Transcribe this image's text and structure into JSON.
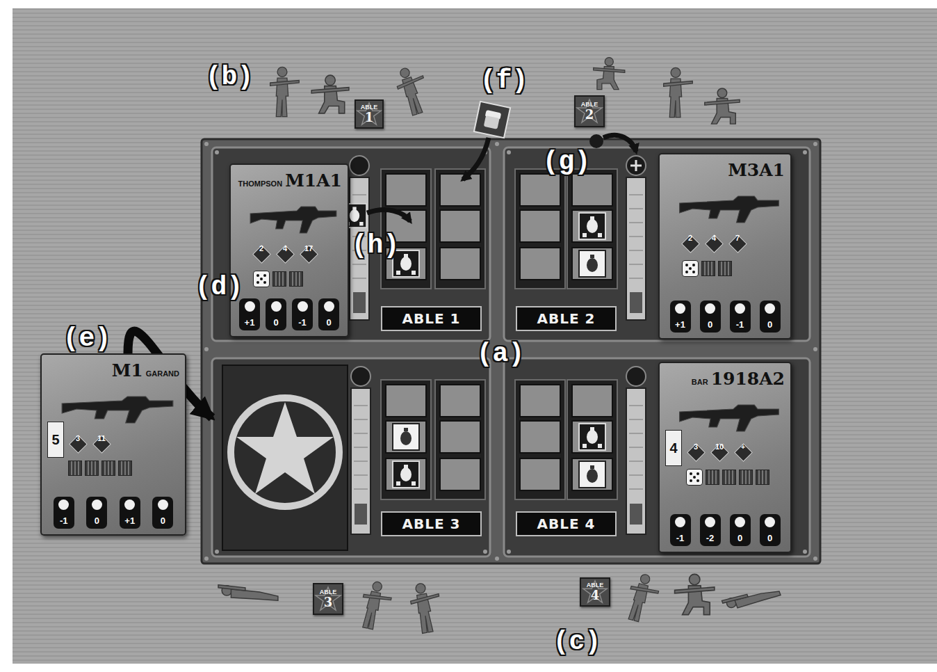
{
  "diagram": {
    "nodes": [
      {
        "text": [
          "ABLE",
          "1"
        ]
      },
      {
        "text": [
          "ABLE",
          "2"
        ]
      },
      {
        "text": [
          "ABLE 1"
        ]
      },
      {
        "text": [
          "THOMPSON",
          "M1A1",
          "2",
          "4",
          "17",
          "+1",
          "0",
          "-1",
          "0"
        ],
        "in": 2
      },
      {
        "text": [
          "ABLE 2"
        ]
      },
      {
        "text": [
          "M3A1",
          "2",
          "4",
          "7",
          "+1",
          "0",
          "-1",
          "0"
        ],
        "in": 4
      },
      {
        "text": [
          "M1",
          "GARAND",
          "5",
          "3",
          "11",
          "-1",
          "0",
          "+1",
          "0"
        ]
      },
      {
        "text": [
          "ABLE 3"
        ]
      },
      {
        "text": [
          "ABLE 4"
        ]
      },
      {
        "text": [
          "BAR",
          "1918A2",
          "4",
          "3",
          "10",
          "+",
          "-1",
          "-2",
          "0",
          "0"
        ],
        "in": 8
      },
      {
        "text": [
          "ABLE",
          "3"
        ]
      },
      {
        "text": [
          "ABLE",
          "4"
        ]
      }
    ],
    "edges": [
      {
        "from": 6,
        "to": 7,
        "arrow": "to"
      }
    ],
    "labels": [
      "(b)",
      "(f)",
      "(g)",
      "(h)",
      "(d)",
      "(a)",
      "(e)",
      "(c)"
    ]
  }
}
